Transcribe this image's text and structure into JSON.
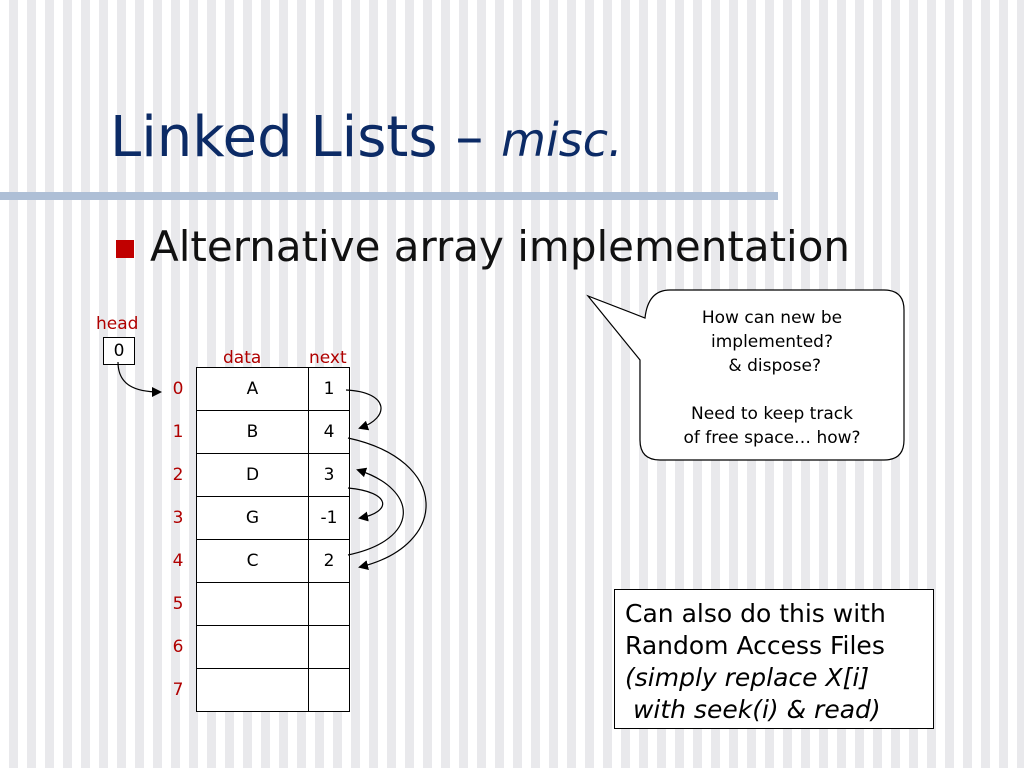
{
  "slide": {
    "title_main": "Linked Lists – ",
    "title_sub": "misc.",
    "bullet": "Alternative array implementation"
  },
  "diagram": {
    "head_label": "head",
    "head_value": "0",
    "column_labels": {
      "data": "data",
      "next": "next"
    },
    "rows": [
      {
        "index": "0",
        "data": "A",
        "next": "1"
      },
      {
        "index": "1",
        "data": "B",
        "next": "4"
      },
      {
        "index": "2",
        "data": "D",
        "next": "3"
      },
      {
        "index": "3",
        "data": "G",
        "next": "-1"
      },
      {
        "index": "4",
        "data": "C",
        "next": "2"
      },
      {
        "index": "5",
        "data": "",
        "next": ""
      },
      {
        "index": "6",
        "data": "",
        "next": ""
      },
      {
        "index": "7",
        "data": "",
        "next": ""
      }
    ],
    "colors": {
      "label": "#b00000",
      "title": "#0c2b66",
      "bullet": "#c00000"
    }
  },
  "callout": {
    "lines": [
      "How can new be",
      "implemented?",
      " & dispose?",
      "",
      "Need to keep track",
      "of free space… how?"
    ]
  },
  "note": {
    "line1": "Can also do this with",
    "line2": "Random Access Files",
    "line3": "(simply replace X[i]",
    "line4": " with seek(i) & read)"
  }
}
